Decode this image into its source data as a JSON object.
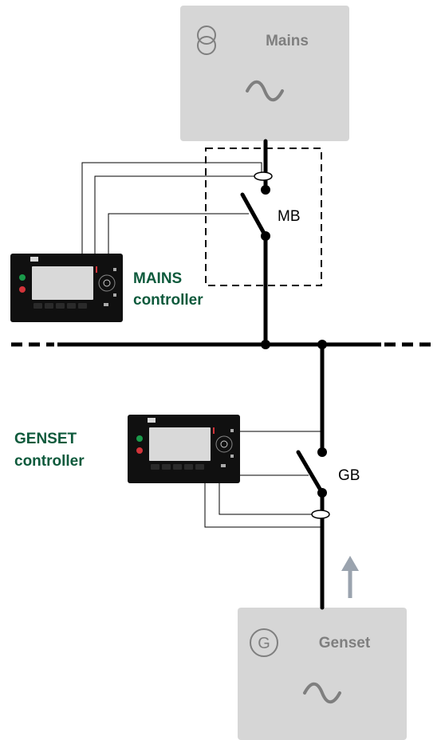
{
  "mains": {
    "label": "Mains",
    "source_icon": "transformer-icon",
    "wave_icon": "ac-wave-icon"
  },
  "genset": {
    "label": "Genset",
    "symbol": "G",
    "source_icon": "generator-icon",
    "wave_icon": "ac-wave-icon",
    "arrow_icon": "power-flow-up-arrow-icon"
  },
  "breakers": {
    "mains": "MB",
    "genset": "GB"
  },
  "controllers": {
    "mains": {
      "line1": "MAINS",
      "line2": "controller"
    },
    "genset": {
      "line1": "GENSET",
      "line2": "controller"
    }
  },
  "colors": {
    "source_box": "#d6d6d6",
    "source_icon": "#7f7f7f",
    "label_text": "#7f7f7f",
    "controller_label": "#0e5a3c",
    "line": "#000000",
    "arrow": "#9aa3ae",
    "controller_body": "#101010",
    "screen": "#d9d9d9",
    "start_button": "#1a9a4a",
    "stop_button": "#d3343a"
  }
}
